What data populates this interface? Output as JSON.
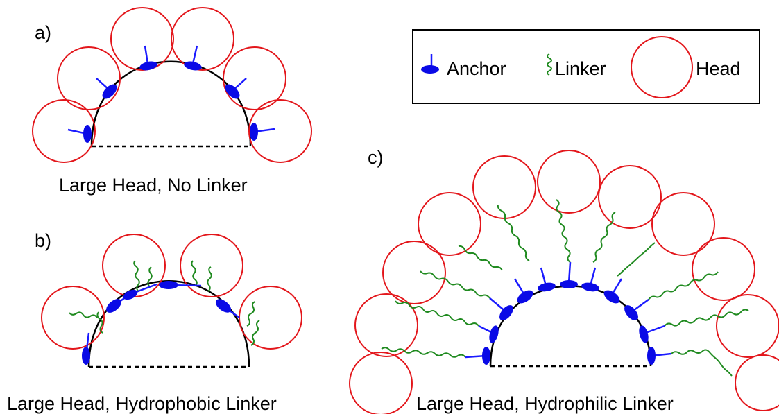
{
  "legend": {
    "anchor_label": "Anchor",
    "linker_label": "Linker",
    "head_label": "Head"
  },
  "panels": {
    "a": {
      "letter": "a)",
      "caption": "Large Head, No Linker"
    },
    "b": {
      "letter": "b)",
      "caption": "Large Head, Hydrophobic Linker"
    },
    "c": {
      "letter": "c)",
      "caption": "Large Head, Hydrophilic Linker"
    }
  },
  "colors": {
    "head": "#e3161b",
    "anchor": "#0a0ae6",
    "linker": "#1f8a1f",
    "surface": "#000000"
  }
}
